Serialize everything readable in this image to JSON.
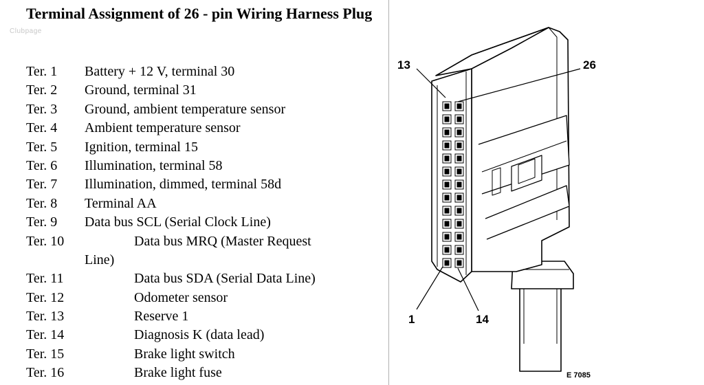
{
  "title": "Terminal Assignment of 26 - pin Wiring Harness Plug",
  "watermark": "Clubpage",
  "terminals": [
    {
      "ter": "Ter. 1",
      "desc": "Battery + 12 V, terminal 30"
    },
    {
      "ter": "Ter. 2",
      "desc": "Ground, terminal 31"
    },
    {
      "ter": "Ter. 3",
      "desc": "Ground, ambient temperature sensor"
    },
    {
      "ter": "Ter. 4",
      "desc": "Ambient temperature sensor"
    },
    {
      "ter": "Ter. 5",
      "desc": "Ignition, terminal 15"
    },
    {
      "ter": "Ter. 6",
      "desc": "Illumination, terminal 58"
    },
    {
      "ter": "Ter. 7",
      "desc": "Illumination, dimmed, terminal 58d"
    },
    {
      "ter": "Ter. 8",
      "desc": "Terminal AA"
    },
    {
      "ter": "Ter. 9",
      "desc": "Data bus SCL (Serial Clock Line)"
    },
    {
      "ter": "Ter. 10",
      "desc": "Data bus MRQ (Master Request",
      "cont": "Line)"
    },
    {
      "ter": "Ter. 11",
      "desc": "Data bus SDA (Serial Data Line)"
    },
    {
      "ter": "Ter. 12",
      "desc": "Odometer sensor"
    },
    {
      "ter": "Ter. 13",
      "desc": "Reserve 1"
    },
    {
      "ter": "Ter. 14",
      "desc": "Diagnosis K (data lead)"
    },
    {
      "ter": "Ter. 15",
      "desc": "Brake light switch"
    },
    {
      "ter": "Ter. 16",
      "desc": "Brake light fuse"
    }
  ],
  "diagram": {
    "labels": {
      "pin13": "13",
      "pin26": "26",
      "pin1": "1",
      "pin14": "14"
    },
    "figure_id": "E 7085"
  }
}
